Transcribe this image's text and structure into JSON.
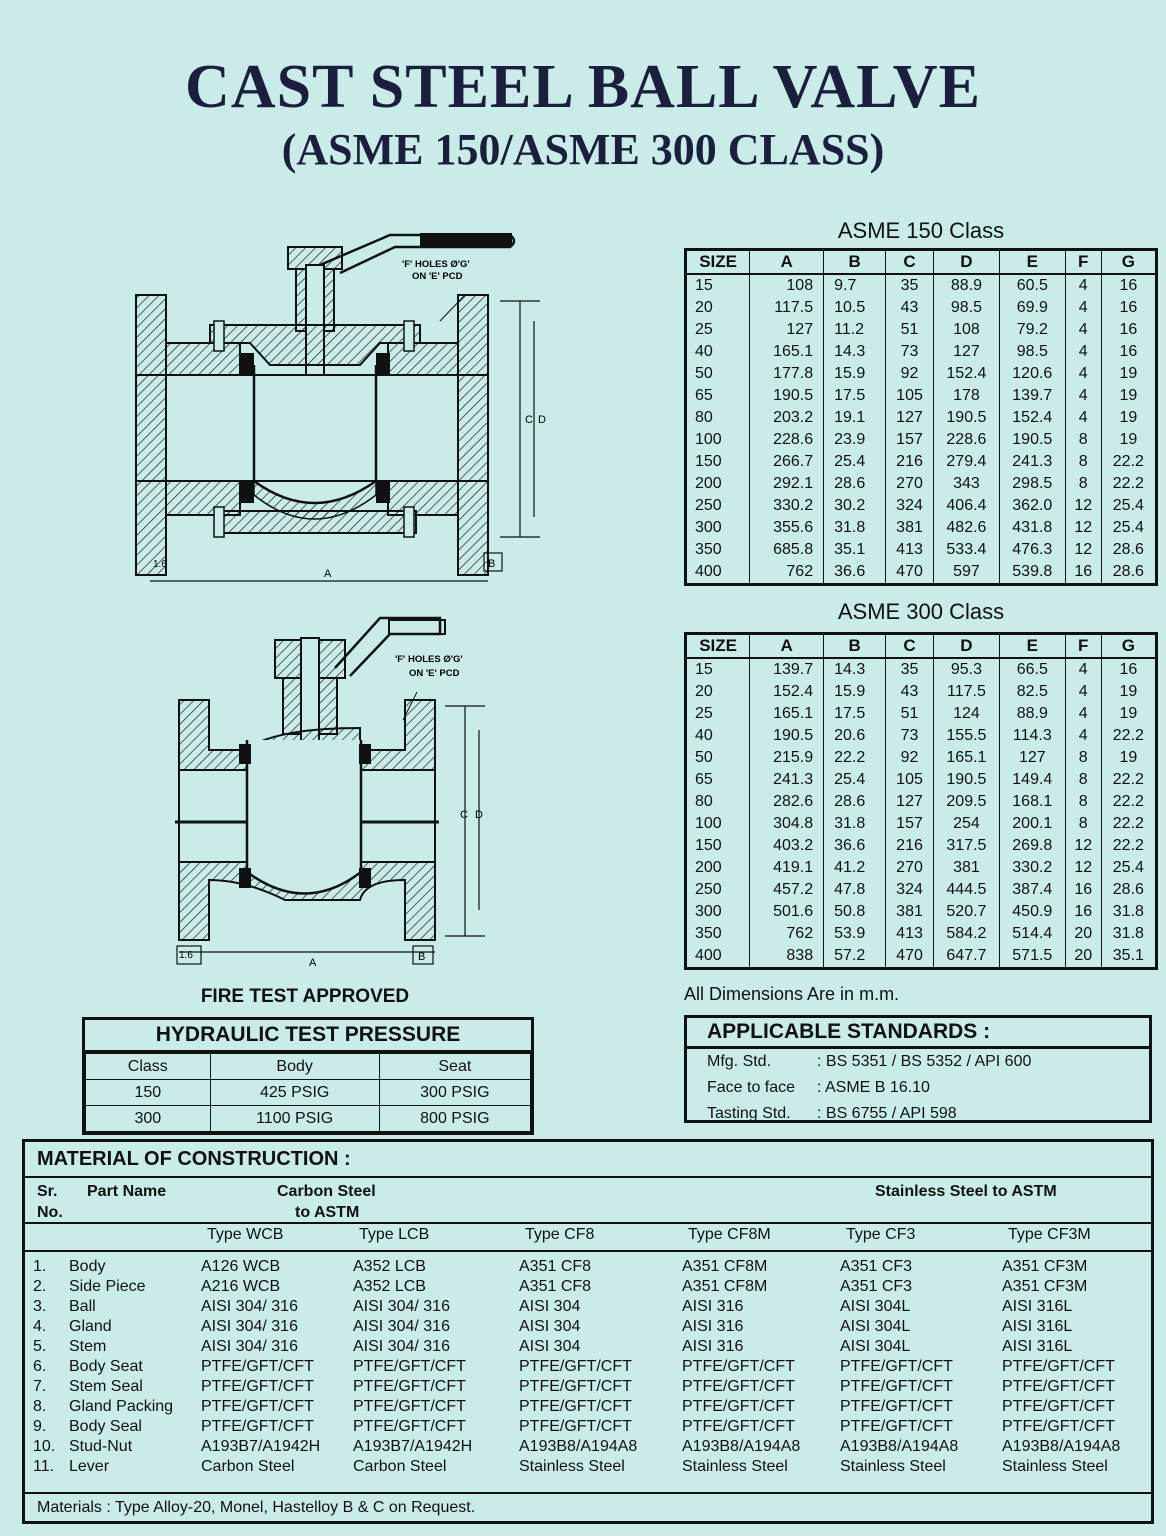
{
  "title": "CAST STEEL BALL VALVE",
  "subtitle": "(ASME 150/ASME 300 CLASS)",
  "drawing1": {
    "holes_label_1": "'F' HOLES Ø'G'",
    "holes_label_2": "ON 'E' PCD",
    "dim_c": "C",
    "dim_d": "D",
    "dim_a": "A",
    "dim_b": "B",
    "dim_16": "1.6"
  },
  "drawing2": {
    "holes_label_1": "'F' HOLES Ø'G'",
    "holes_label_2": "ON 'E' PCD",
    "dim_c": "C",
    "dim_d": "D",
    "dim_a": "A",
    "dim_b": "B",
    "dim_16": "1.6"
  },
  "fire_test": "FIRE TEST APPROVED",
  "asme150": {
    "caption": "ASME 150 Class",
    "headers": [
      "SIZE",
      "A",
      "B",
      "C",
      "D",
      "E",
      "F",
      "G"
    ],
    "rows": [
      [
        "15",
        "108",
        "9.7",
        "35",
        "88.9",
        "60.5",
        "4",
        "16"
      ],
      [
        "20",
        "117.5",
        "10.5",
        "43",
        "98.5",
        "69.9",
        "4",
        "16"
      ],
      [
        "25",
        "127",
        "11.2",
        "51",
        "108",
        "79.2",
        "4",
        "16"
      ],
      [
        "40",
        "165.1",
        "14.3",
        "73",
        "127",
        "98.5",
        "4",
        "16"
      ],
      [
        "50",
        "177.8",
        "15.9",
        "92",
        "152.4",
        "120.6",
        "4",
        "19"
      ],
      [
        "65",
        "190.5",
        "17.5",
        "105",
        "178",
        "139.7",
        "4",
        "19"
      ],
      [
        "80",
        "203.2",
        "19.1",
        "127",
        "190.5",
        "152.4",
        "4",
        "19"
      ],
      [
        "100",
        "228.6",
        "23.9",
        "157",
        "228.6",
        "190.5",
        "8",
        "19"
      ],
      [
        "150",
        "266.7",
        "25.4",
        "216",
        "279.4",
        "241.3",
        "8",
        "22.2"
      ],
      [
        "200",
        "292.1",
        "28.6",
        "270",
        "343",
        "298.5",
        "8",
        "22.2"
      ],
      [
        "250",
        "330.2",
        "30.2",
        "324",
        "406.4",
        "362.0",
        "12",
        "25.4"
      ],
      [
        "300",
        "355.6",
        "31.8",
        "381",
        "482.6",
        "431.8",
        "12",
        "25.4"
      ],
      [
        "350",
        "685.8",
        "35.1",
        "413",
        "533.4",
        "476.3",
        "12",
        "28.6"
      ],
      [
        "400",
        "762",
        "36.6",
        "470",
        "597",
        "539.8",
        "16",
        "28.6"
      ]
    ]
  },
  "asme300": {
    "caption": "ASME 300 Class",
    "headers": [
      "SIZE",
      "A",
      "B",
      "C",
      "D",
      "E",
      "F",
      "G"
    ],
    "rows": [
      [
        "15",
        "139.7",
        "14.3",
        "35",
        "95.3",
        "66.5",
        "4",
        "16"
      ],
      [
        "20",
        "152.4",
        "15.9",
        "43",
        "117.5",
        "82.5",
        "4",
        "19"
      ],
      [
        "25",
        "165.1",
        "17.5",
        "51",
        "124",
        "88.9",
        "4",
        "19"
      ],
      [
        "40",
        "190.5",
        "20.6",
        "73",
        "155.5",
        "114.3",
        "4",
        "22.2"
      ],
      [
        "50",
        "215.9",
        "22.2",
        "92",
        "165.1",
        "127",
        "8",
        "19"
      ],
      [
        "65",
        "241.3",
        "25.4",
        "105",
        "190.5",
        "149.4",
        "8",
        "22.2"
      ],
      [
        "80",
        "282.6",
        "28.6",
        "127",
        "209.5",
        "168.1",
        "8",
        "22.2"
      ],
      [
        "100",
        "304.8",
        "31.8",
        "157",
        "254",
        "200.1",
        "8",
        "22.2"
      ],
      [
        "150",
        "403.2",
        "36.6",
        "216",
        "317.5",
        "269.8",
        "12",
        "22.2"
      ],
      [
        "200",
        "419.1",
        "41.2",
        "270",
        "381",
        "330.2",
        "12",
        "25.4"
      ],
      [
        "250",
        "457.2",
        "47.8",
        "324",
        "444.5",
        "387.4",
        "16",
        "28.6"
      ],
      [
        "300",
        "501.6",
        "50.8",
        "381",
        "520.7",
        "450.9",
        "16",
        "31.8"
      ],
      [
        "350",
        "762",
        "53.9",
        "413",
        "584.2",
        "514.4",
        "20",
        "31.8"
      ],
      [
        "400",
        "838",
        "57.2",
        "470",
        "647.7",
        "571.5",
        "20",
        "35.1"
      ]
    ]
  },
  "dims_note": "All Dimensions Are in m.m.",
  "hydraulic": {
    "title": "HYDRAULIC TEST PRESSURE",
    "headers": [
      "Class",
      "Body",
      "Seat"
    ],
    "rows": [
      [
        "150",
        "425 PSIG",
        "300 PSIG"
      ],
      [
        "300",
        "1100 PSIG",
        "800 PSIG"
      ]
    ]
  },
  "standards": {
    "title": "APPLICABLE  STANDARDS :",
    "rows": [
      [
        "Mfg. Std.",
        ": BS 5351 / BS 5352 / API 600"
      ],
      [
        "Face to face",
        ": ASME B 16.10"
      ],
      [
        "Tasting Std.",
        ": BS 6755 / API 598"
      ]
    ]
  },
  "moc": {
    "title": "MATERIAL OF CONSTRUCTION :",
    "h_sr": "Sr.",
    "h_no": "No.",
    "h_part": "Part Name",
    "h_cs1": "Carbon Steel",
    "h_cs2": "to ASTM",
    "h_ss": "Stainless Steel to ASTM",
    "types": [
      "Type WCB",
      "Type LCB",
      "Type CF8",
      "Type CF8M",
      "Type CF3",
      "Type CF3M"
    ],
    "rows": [
      [
        "1.",
        "Body",
        "A126 WCB",
        "A352 LCB",
        "A351 CF8",
        "A351 CF8M",
        "A351 CF3",
        "A351 CF3M"
      ],
      [
        "2.",
        "Side Piece",
        "A216 WCB",
        "A352 LCB",
        "A351 CF8",
        "A351 CF8M",
        "A351 CF3",
        "A351 CF3M"
      ],
      [
        "3.",
        "Ball",
        "AISI 304/ 316",
        "AISI 304/ 316",
        "AISI 304",
        "AISI 316",
        "AISI 304L",
        "AISI 316L"
      ],
      [
        "4.",
        "Gland",
        "AISI 304/ 316",
        "AISI 304/ 316",
        "AISI 304",
        "AISI 316",
        "AISI 304L",
        "AISI 316L"
      ],
      [
        "5.",
        "Stem",
        "AISI 304/ 316",
        "AISI 304/ 316",
        "AISI 304",
        "AISI 316",
        "AISI 304L",
        "AISI 316L"
      ],
      [
        "6.",
        "Body Seat",
        "PTFE/GFT/CFT",
        "PTFE/GFT/CFT",
        "PTFE/GFT/CFT",
        "PTFE/GFT/CFT",
        "PTFE/GFT/CFT",
        "PTFE/GFT/CFT"
      ],
      [
        "7.",
        "Stem Seal",
        "PTFE/GFT/CFT",
        "PTFE/GFT/CFT",
        "PTFE/GFT/CFT",
        "PTFE/GFT/CFT",
        "PTFE/GFT/CFT",
        "PTFE/GFT/CFT"
      ],
      [
        "8.",
        "Gland Packing",
        "PTFE/GFT/CFT",
        "PTFE/GFT/CFT",
        "PTFE/GFT/CFT",
        "PTFE/GFT/CFT",
        "PTFE/GFT/CFT",
        "PTFE/GFT/CFT"
      ],
      [
        "9.",
        "Body Seal",
        "PTFE/GFT/CFT",
        "PTFE/GFT/CFT",
        "PTFE/GFT/CFT",
        "PTFE/GFT/CFT",
        "PTFE/GFT/CFT",
        "PTFE/GFT/CFT"
      ],
      [
        "10.",
        "Stud-Nut",
        "A193B7/A1942H",
        "A193B7/A1942H",
        "A193B8/A194A8",
        "A193B8/A194A8",
        "A193B8/A194A8",
        "A193B8/A194A8"
      ],
      [
        "11.",
        "Lever",
        "Carbon Steel",
        "Carbon Steel",
        "Stainless Steel",
        "Stainless Steel",
        "Stainless Steel",
        "Stainless Steel"
      ]
    ],
    "footer": "Materials : Type  Alloy-20, Monel, Hastelloy B & C on Request."
  }
}
